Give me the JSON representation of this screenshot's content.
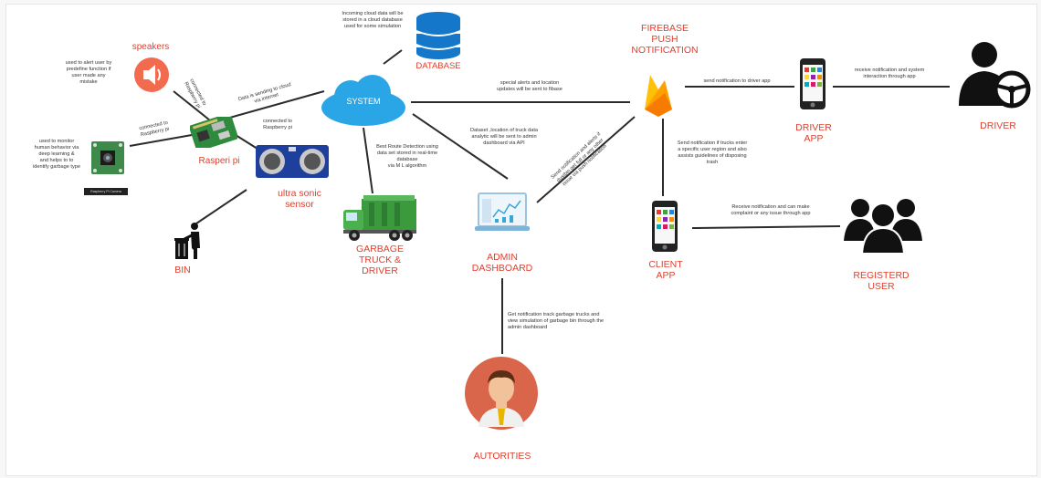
{
  "nodes": {
    "speakers": "speakers",
    "raspberry_pi": "Rasperi pi",
    "ultrasonic": "ultra sonic\nsensor",
    "bin": "BIN",
    "system": "SYSTEM",
    "database": "DATABASE",
    "truck": "GARBAGE\nTRUCK &\nDRIVER",
    "admin_dashboard": "ADMIN\nDASHBOARD",
    "authorities": "AUTORITIES",
    "firebase": "FIREBASE\nPUSH\nNOTIFICATION",
    "driver_app": "DRIVER\nAPP",
    "client_app": "CLIENT\nAPP",
    "driver": "DRIVER",
    "registered_user": "REGISTERD\nUSER",
    "camera_caption": "Raspberry Pi Camera"
  },
  "notes": {
    "speakers_note": "used to alert user by\npredefine function if\nuser made any\nmistake",
    "speakers_link": "connected to\nRaspberry pi",
    "camera_note": "used to monitor\nhuman behavior via\ndeep learning &\nand helps to to\nidentify garbage type",
    "camera_link": "connected to\nRaspberry pi",
    "pi_to_system": "Data is sending to cloud\nvia internet",
    "sensor_link": "connected to\nRaspberry pi",
    "database_note": "Incoming cloud data will be\nstored in a cloud database\nused for some simulation",
    "route_note": "Best Route Detection using\ndata set stored in real-time\ndatabase\nvia M L algorithm",
    "dataset_note": "Dataset ,location of truck data\nanalytic will be sent to admin\ndashboard via API",
    "alerts_note": "special alerts and location\nupdates will be sent to fibase",
    "admin_to_firebase": "Send notification and alerts if\ndustbin get full or any other\nissue via push notification",
    "firebase_to_driver": "send notification to driver app",
    "driver_note": "receive notification and system\ninteraction through app",
    "firebase_to_client": "Send notification if trucks enter\na specific user region and also\nassists guidelines of disposing\ntrash",
    "client_note": "Receive notification and can make\ncomplaint or any issue through app",
    "authority_note": "Get notification track garbage trucks and\nview simulation of garbage bin through the\nadmin dashboard"
  },
  "colors": {
    "label": "#e0402e",
    "cloud": "#2aa6e6",
    "database": "#1477c9",
    "truck_body": "#3b9a3b",
    "firebase": "#f5a623",
    "speaker_bg": "#f26b4f",
    "authority_bg": "#d9654b"
  }
}
